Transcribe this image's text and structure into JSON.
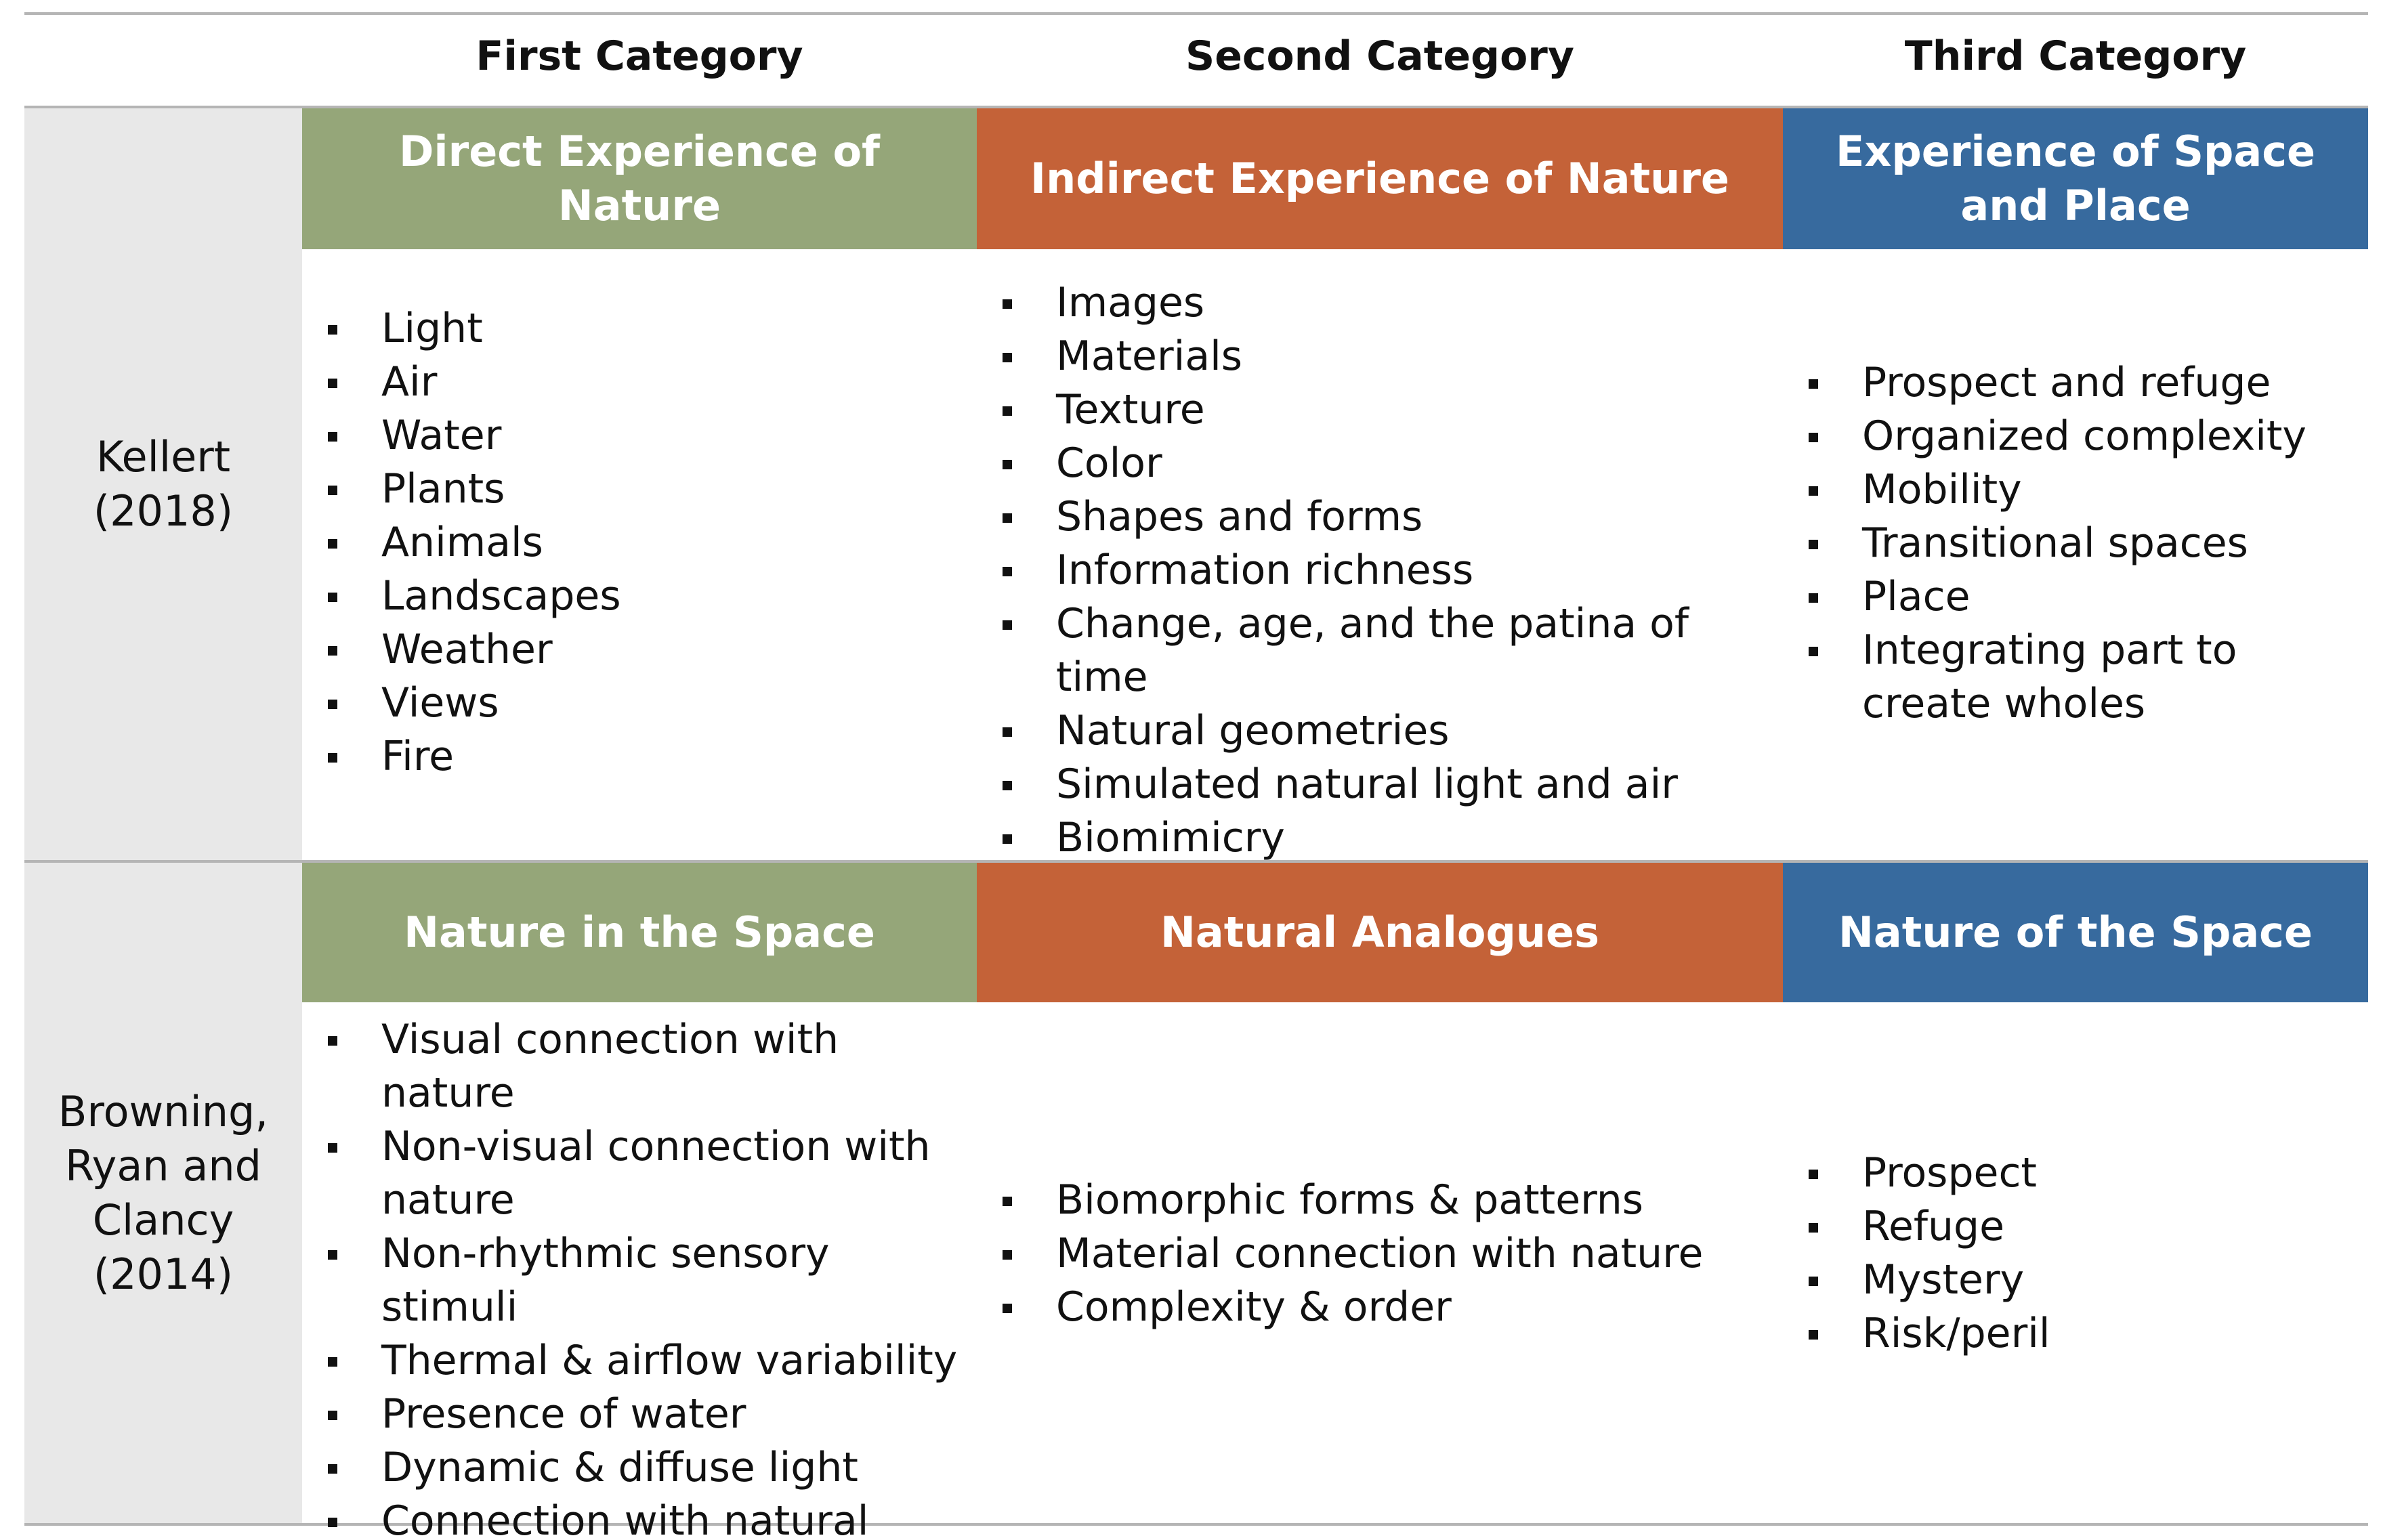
{
  "column_headers": [
    "First Category",
    "Second Category",
    "Third Category"
  ],
  "rows": [
    {
      "author_lines": [
        "Kellert",
        "(2018)"
      ],
      "categories": [
        {
          "title": "Direct Experience of Nature",
          "color": "#95a679",
          "items": [
            "Light",
            "Air",
            "Water",
            "Plants",
            "Animals",
            "Landscapes",
            "Weather",
            "Views",
            "Fire"
          ]
        },
        {
          "title": "Indirect Experience of Nature",
          "color": "#c46238",
          "items": [
            "Images",
            "Materials",
            "Texture",
            "Color",
            "Shapes and forms",
            "Information richness",
            "Change, age, and the patina of time",
            "Natural geometries",
            "Simulated natural light and air",
            "Biomimicry"
          ]
        },
        {
          "title": "Experience of Space and Place",
          "color": "#376a9e",
          "items": [
            "Prospect and refuge",
            "Organized complexity",
            "Mobility",
            "Transitional spaces",
            "Place",
            "Integrating part to create wholes"
          ]
        }
      ]
    },
    {
      "author_lines": [
        "Browning,",
        "Ryan and",
        "Clancy",
        "(2014)"
      ],
      "categories": [
        {
          "title": "Nature in the Space",
          "color": "#95a679",
          "items": [
            "Visual connection with nature",
            "Non-visual connection with nature",
            "Non-rhythmic sensory stimuli",
            "Thermal & airflow variability",
            "Presence of water",
            "Dynamic & diffuse light",
            "Connection with natural systems"
          ]
        },
        {
          "title": "Natural Analogues",
          "color": "#c46238",
          "items": [
            "Biomorphic forms & patterns",
            "Material connection with nature",
            "Complexity & order"
          ]
        },
        {
          "title": "Nature of the Space",
          "color": "#376a9e",
          "items": [
            "Prospect",
            "Refuge",
            "Mystery",
            "Risk/peril"
          ]
        }
      ]
    }
  ]
}
